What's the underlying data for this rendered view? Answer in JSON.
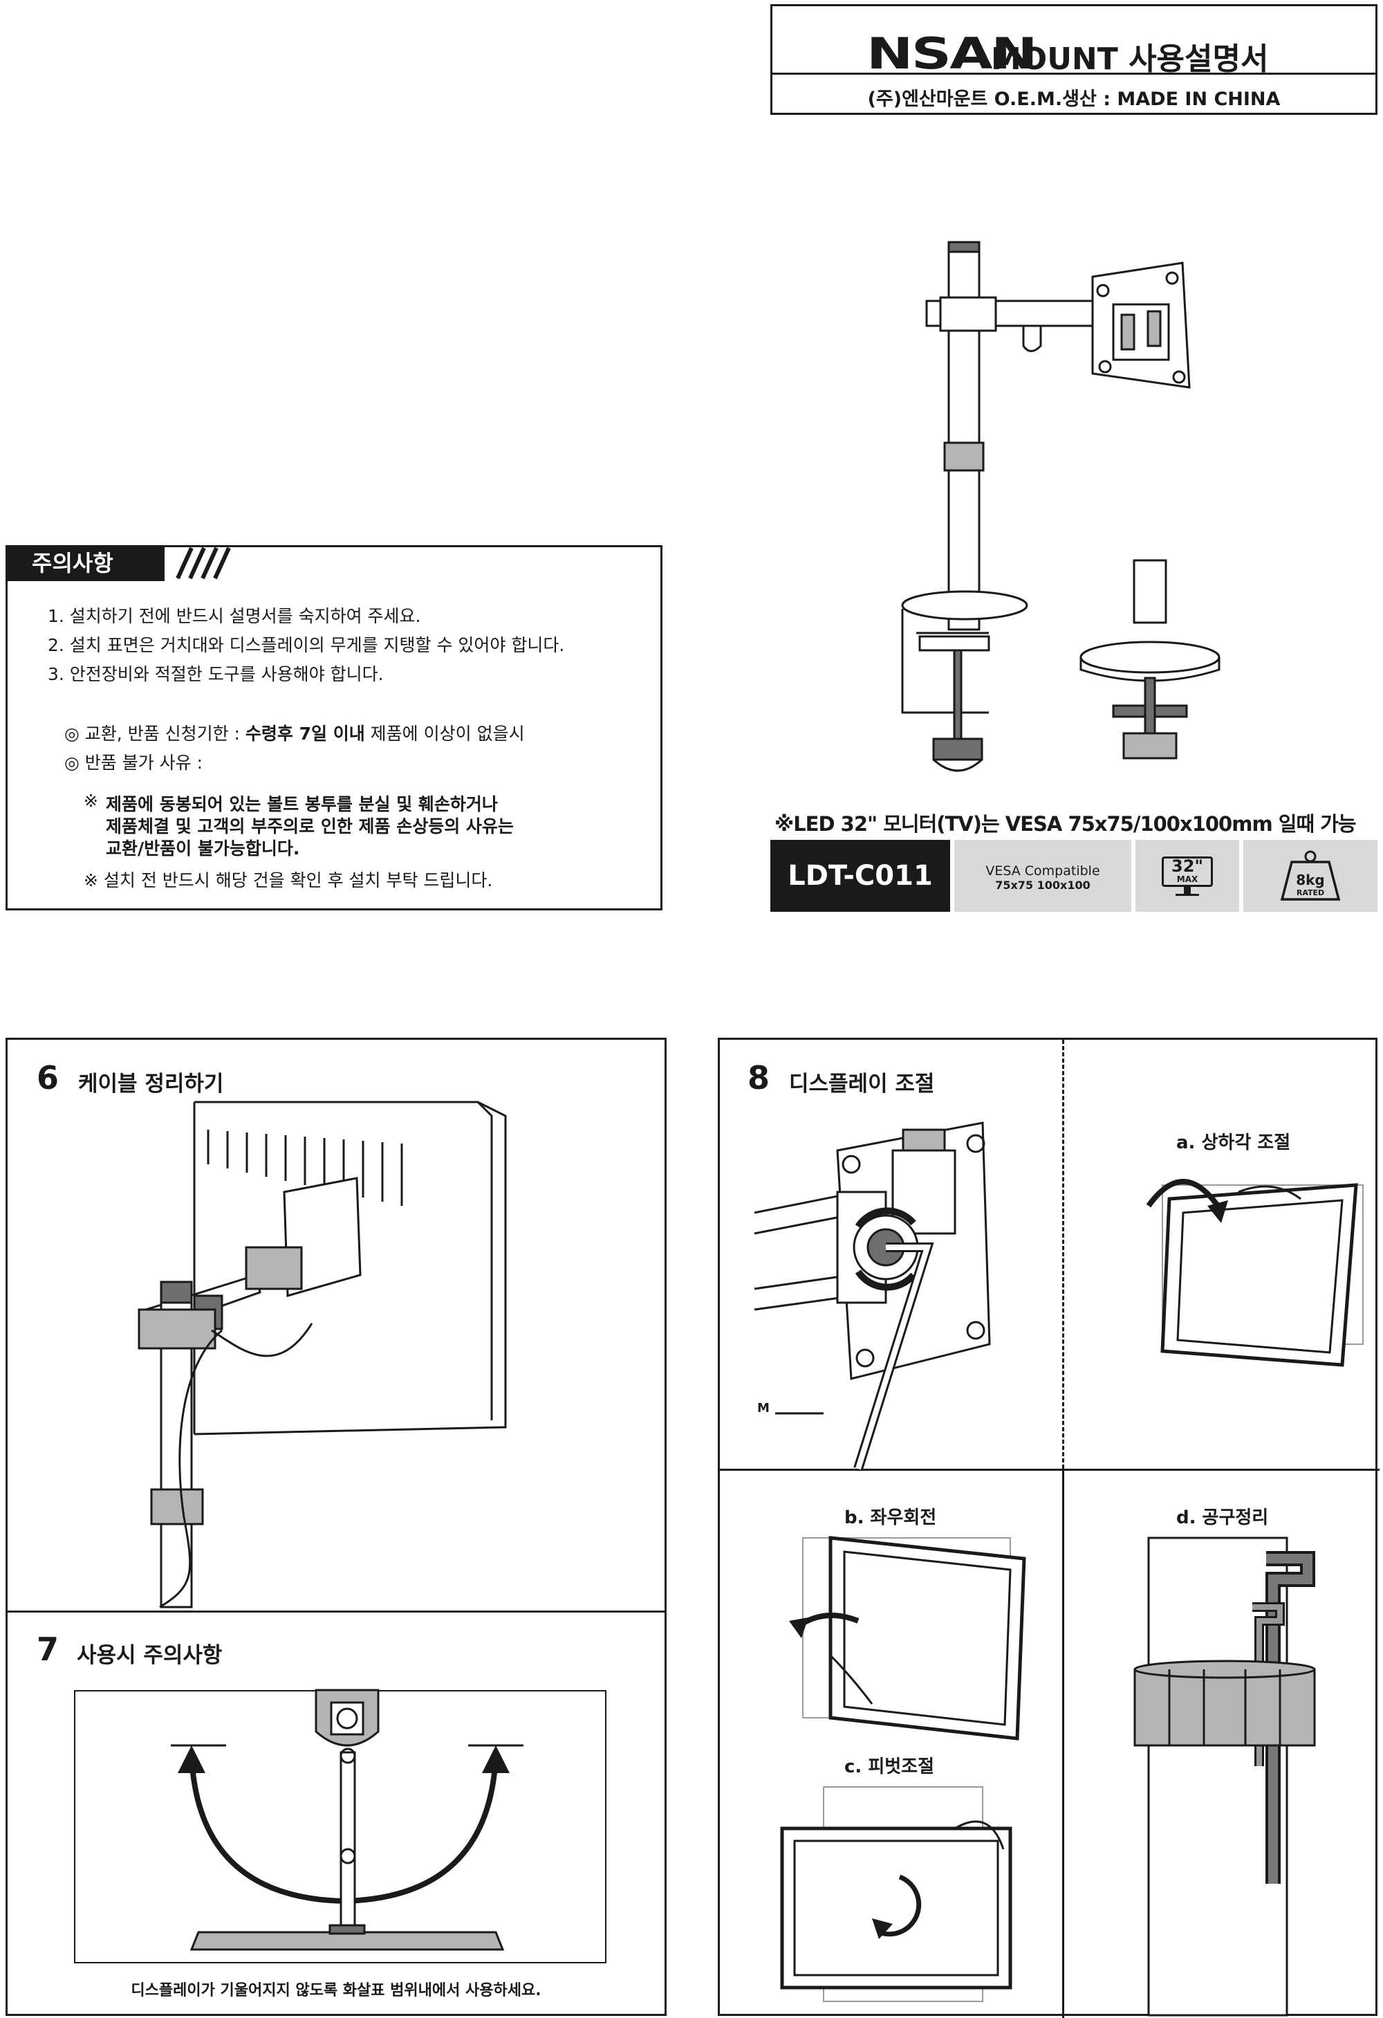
{
  "header": {
    "logo": "NSAN",
    "title": "MOUNT 사용설명서",
    "subtitle": "(주)엔산마운트 O.E.M.생산 : MADE IN CHINA"
  },
  "caution": {
    "heading": "주의사항",
    "items": [
      "1. 설치하기 전에 반드시 설명서를 숙지하여 주세요.",
      "2. 설치 표면은 거치대와 디스플레이의 무게를 지탱할 수 있어야 합니다.",
      "3. 안전장비와 적절한 도구를 사용해야 합니다."
    ],
    "exchange_prefix": "◎ 교환, 반품 신청기한 : ",
    "exchange_bold": "수령후 7일 이내",
    "exchange_suffix": " 제품에 이상이 없을시",
    "no_return_title": "◎ 반품 불가 사유 :",
    "no_return_mark": "※",
    "no_return_lines": [
      "제품에 동봉되어 있는 볼트 봉투를 분실 및 훼손하거나",
      "제품체결 및 고객의 부주의로 인한 제품 손상등의 사유는",
      "교환/반품이 불가능합니다."
    ],
    "install_note": "※ 설치 전 반드시 해당 건을 확인 후 설치 부탁 드립니다."
  },
  "spec": {
    "notice": "※LED 32\" 모니터(TV)는 VESA 75x75/100x100mm 일때 가능",
    "model": "LDT-C011",
    "vesa_title": "VESA Compatible",
    "vesa_sizes": "75x75 100x100",
    "max_size": "32\"",
    "max_label": "MAX",
    "weight": "8kg",
    "weight_label": "RATED"
  },
  "section6": {
    "number": "6",
    "title": "케이블 정리하기"
  },
  "section7": {
    "number": "7",
    "title": "사용시 주의사항",
    "caption": "디스플레이가 기울어지지 않도록 화살표 범위내에서 사용하세요."
  },
  "section8": {
    "number": "8",
    "title": "디스플레이 조절",
    "tool_label": "M",
    "steps": {
      "a": "a. 상하각 조절",
      "b": "b. 좌우회전",
      "c": "c. 피벗조절",
      "d": "d. 공구정리"
    }
  }
}
